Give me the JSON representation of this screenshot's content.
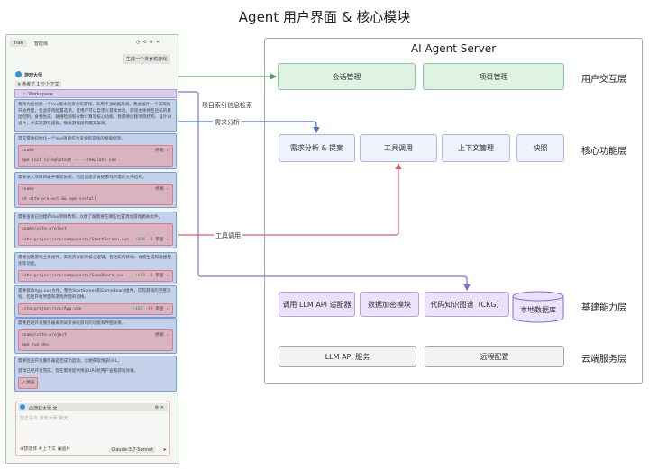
{
  "title": "Agent 用户界面 & 核心模块",
  "server": {
    "title": "AI Agent Server",
    "layers": [
      "用户交互层",
      "核心功能层",
      "基建能力层",
      "云端服务层"
    ],
    "user_layer": [
      "会话管理",
      "项目管理"
    ],
    "core_layer": [
      "需求分析 & 提案",
      "工具调用",
      "上下文管理",
      "快照"
    ],
    "infra_layer": [
      "调用 LLM API 适配器",
      "数据加密模块",
      "代码知识图谱（CKG）",
      "本地数据库"
    ],
    "cloud_layer": [
      "LLM API 服务",
      "远程配置"
    ]
  },
  "edges": {
    "retrieval": "项目索引信息检索",
    "requirements": "需求分析",
    "tools": "工具调用"
  },
  "colors": {
    "user": "#5aa36a",
    "core": "#4f72c9",
    "tool": "#d9606a",
    "ckg": "#8a6ad8"
  },
  "panel": {
    "tab1": "Trae",
    "tab2": "智能体",
    "user_msg": "生成一个贪食蛇游戏",
    "agent": "游戏大师",
    "ctx": "参考了 1 个上下文",
    "workspace": "Workspace",
    "intro": "我将为您创建一个Vue版本的贪食蛇游戏，采用卡通动画风格。我会设计一个美观的开始界面，包含游戏配置选项，让用户可以自定义游戏体验。游戏主体将包括蛇的移动控制、食物生成、碰撞检测和分数计算等核心功能。我需要创建项目结构、设计UI组件，并实现游戏逻辑，确保游戏既有趣又美观。",
    "steps": [
      {
        "text": "首先需要初始化一个Vue项目作为贪食蛇游戏的基础框架。",
        "dir": "snake",
        "action": "终端 ›",
        "code": "npm init vite@latest -- --template vue"
      },
      {
        "text": "需要进入项目目录并安装依赖，然后创建贪食蛇游戏所需的文件结构。",
        "dir": "snake",
        "action": "终端 ›",
        "code": "cd vite-project && npm install"
      },
      {
        "text": "需要查看已创建的Vue项目结构，以便了解需要在哪些位置添加游戏相关文件。",
        "dir": "snake/vite-project",
        "file": "vite-project/src/components/StartScreen.vue",
        "add": "+216",
        "del": "-0",
        "action": "审查 ›"
      },
      {
        "text": "需要创建游戏主体组件，实现贪食蛇的核心逻辑，包括蛇的移动、食物生成和碰撞检测等功能。",
        "file": "vite-project/src/components/GameBoard.vue",
        "add": "+488",
        "del": "-0",
        "action": "审查 ›"
      },
      {
        "text": "需要修改App.vue文件，整合StartScreen和GameBoard组件，实现游戏的完整流程，包括开始界面和游戏界面的切换。",
        "file": "vite-project/src/App.vue",
        "add": "+103",
        "del": "-19",
        "action": "审查 ›"
      },
      {
        "text": "需要启动开发服务器来测试贪食蛇游戏的功能和界面效果。",
        "dir": "snake/vite-project",
        "action": "终端 ›",
        "code": "npm run dev"
      }
    ],
    "final1": "需要检查开发服务器是否成功启动，以便获取预览URL。",
    "final2": "游戏已经开发完成，现在需要提供预览URL给用户查看游戏效果。",
    "preview": "预览",
    "input": {
      "agent": "@游戏大师",
      "placeholder": "您正在与 游戏大师 聊天",
      "b1": "智能体",
      "b2": "上下文",
      "b3": "图片",
      "model": "Claude-3.7-Sonnet"
    }
  }
}
